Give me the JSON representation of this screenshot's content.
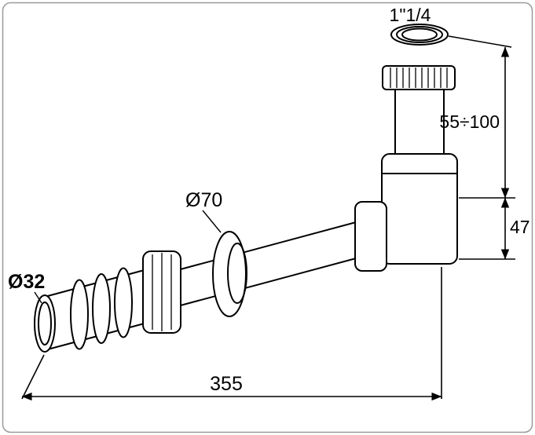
{
  "drawing": {
    "type": "technical-line-drawing",
    "subject": "bottle-trap-siphon-with-wall-flange",
    "line_color": "#000000",
    "background_color": "#ffffff",
    "border_color": "#9a9a9a",
    "labels": {
      "thread_size": "1\"1/4",
      "adjustable_height": "55÷100",
      "body_offset": "47",
      "flange_diameter": "Ø70",
      "inlet_diameter": "Ø32",
      "overall_length": "355"
    }
  }
}
